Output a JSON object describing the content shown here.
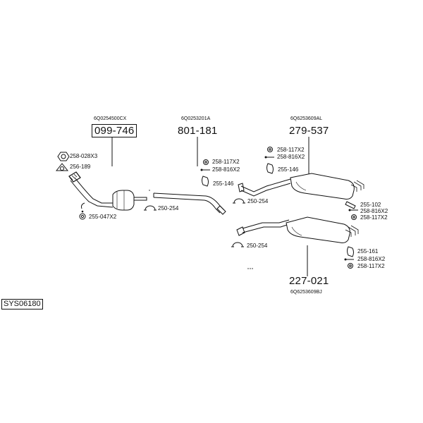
{
  "system_code": "SYS06180",
  "assemblies": [
    {
      "ref": "6Q0254500CX",
      "number": "099-746"
    },
    {
      "ref": "6Q0253201A",
      "number": "801-181"
    },
    {
      "ref": "6Q6253609AL",
      "number": "279-537"
    },
    {
      "ref": "6Q6253609BJ",
      "number": "227-021"
    }
  ],
  "parts": {
    "p_258_028": "258-028X3",
    "p_256_189": "256-189",
    "p_255_047": "255-047X2",
    "p_250_254_a": "250-254",
    "p_258_117_a": "258-117X2",
    "p_258_816_a": "258-816X2",
    "p_255_146_a": "255-146",
    "p_258_117_b": "258-117X2",
    "p_258_816_b": "258-816X2",
    "p_255_146_b": "255-146",
    "p_250_254_b": "250-254",
    "p_255_102": "255-102",
    "p_258_816_c": "258-816X2",
    "p_258_117_c": "258-117X2",
    "p_250_254_c": "250-254",
    "p_255_161": "255-161",
    "p_258_816_d": "258-816X2",
    "p_258_117_d": "258-117X2"
  },
  "icons": [
    "nut-icon",
    "gasket-icon",
    "clamp-icon",
    "washer-icon",
    "bolt-icon",
    "hanger-icon"
  ]
}
